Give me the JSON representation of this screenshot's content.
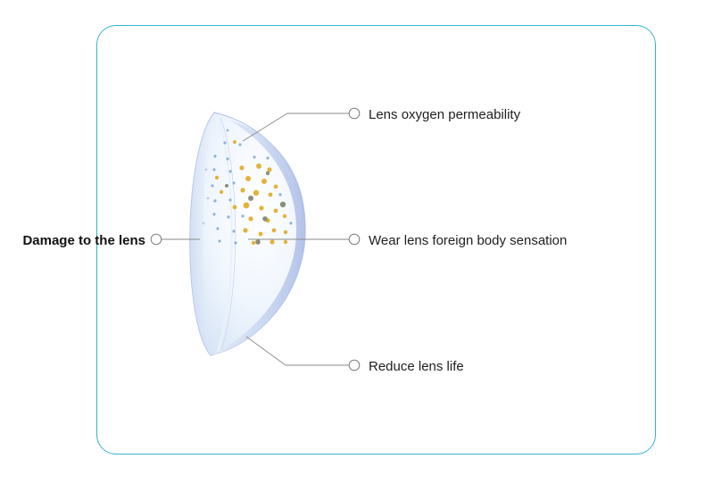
{
  "callouts": {
    "oxygen_permeability": "Lens oxygen permeability",
    "foreign_body_sensation": "Wear lens foreign body sensation",
    "reduce_lens_life": "Reduce lens life",
    "damage_to_lens": "Damage to the lens"
  },
  "colors": {
    "frame_border": "#35b3d0",
    "leader_line": "#8a8a8a",
    "lens_edge": "#a9b9e6",
    "deposit_gold": "#e2b23a",
    "deposit_blue": "#8eb3d6",
    "deposit_gray": "#8a8f78"
  },
  "icons": {
    "callout_marker": "hollow-circle-icon"
  }
}
